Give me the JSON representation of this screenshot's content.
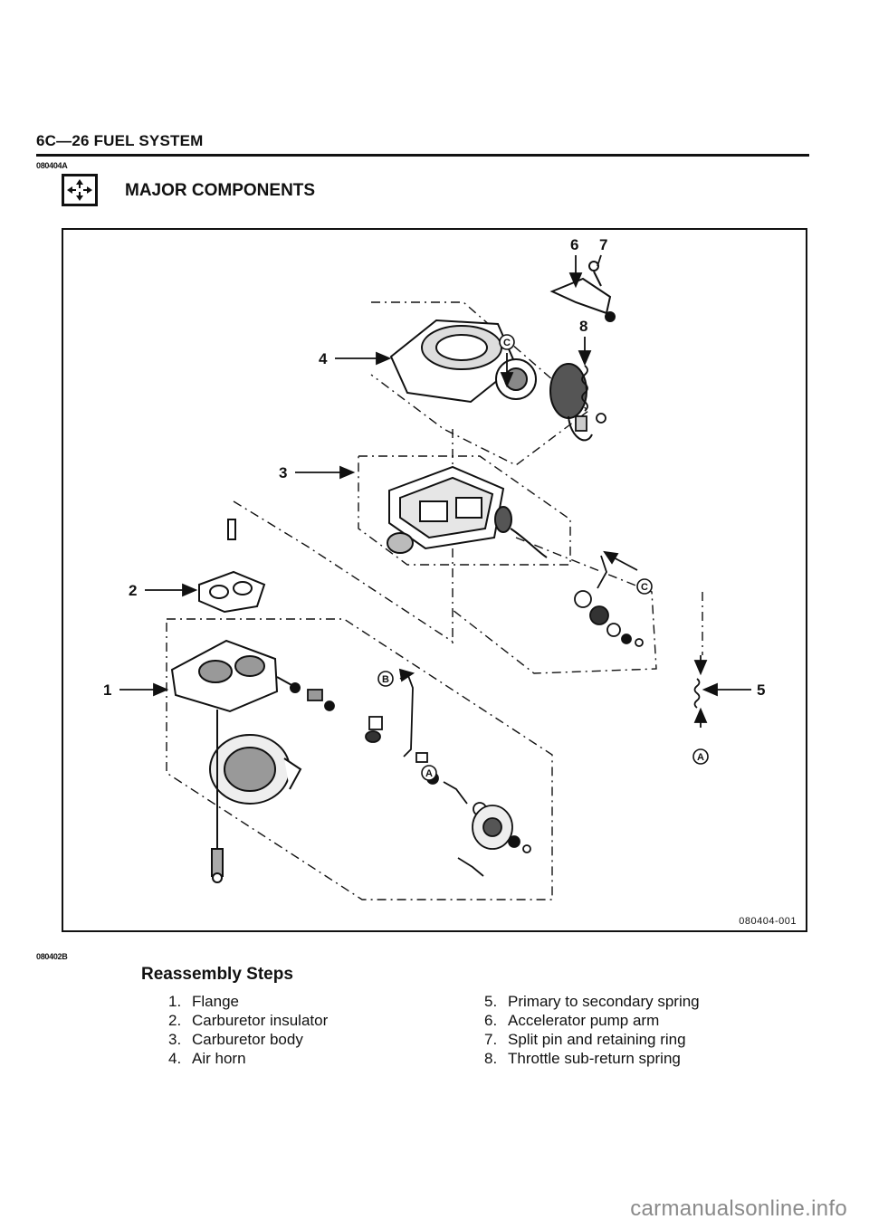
{
  "header": {
    "title": "6C—26 FUEL SYSTEM",
    "code_top": "080404A"
  },
  "section": {
    "title": "MAJOR COMPONENTS",
    "icon": "exploded-view-icon"
  },
  "diagram": {
    "figure_id": "080404-001",
    "callouts": [
      "1",
      "2",
      "3",
      "4",
      "5",
      "6",
      "7",
      "8"
    ],
    "markers": [
      "A",
      "B",
      "C"
    ]
  },
  "steps": {
    "code": "080402B",
    "heading": "Reassembly Steps",
    "left": [
      {
        "num": "1.",
        "text": "Flange"
      },
      {
        "num": "2.",
        "text": "Carburetor insulator"
      },
      {
        "num": "3.",
        "text": "Carburetor body"
      },
      {
        "num": "4.",
        "text": "Air horn"
      }
    ],
    "right": [
      {
        "num": "5.",
        "text": "Primary to secondary spring"
      },
      {
        "num": "6.",
        "text": "Accelerator pump arm"
      },
      {
        "num": "7.",
        "text": "Split pin and retaining ring"
      },
      {
        "num": "8.",
        "text": "Throttle sub-return spring"
      }
    ]
  },
  "watermark": "carmanualsonline.info"
}
